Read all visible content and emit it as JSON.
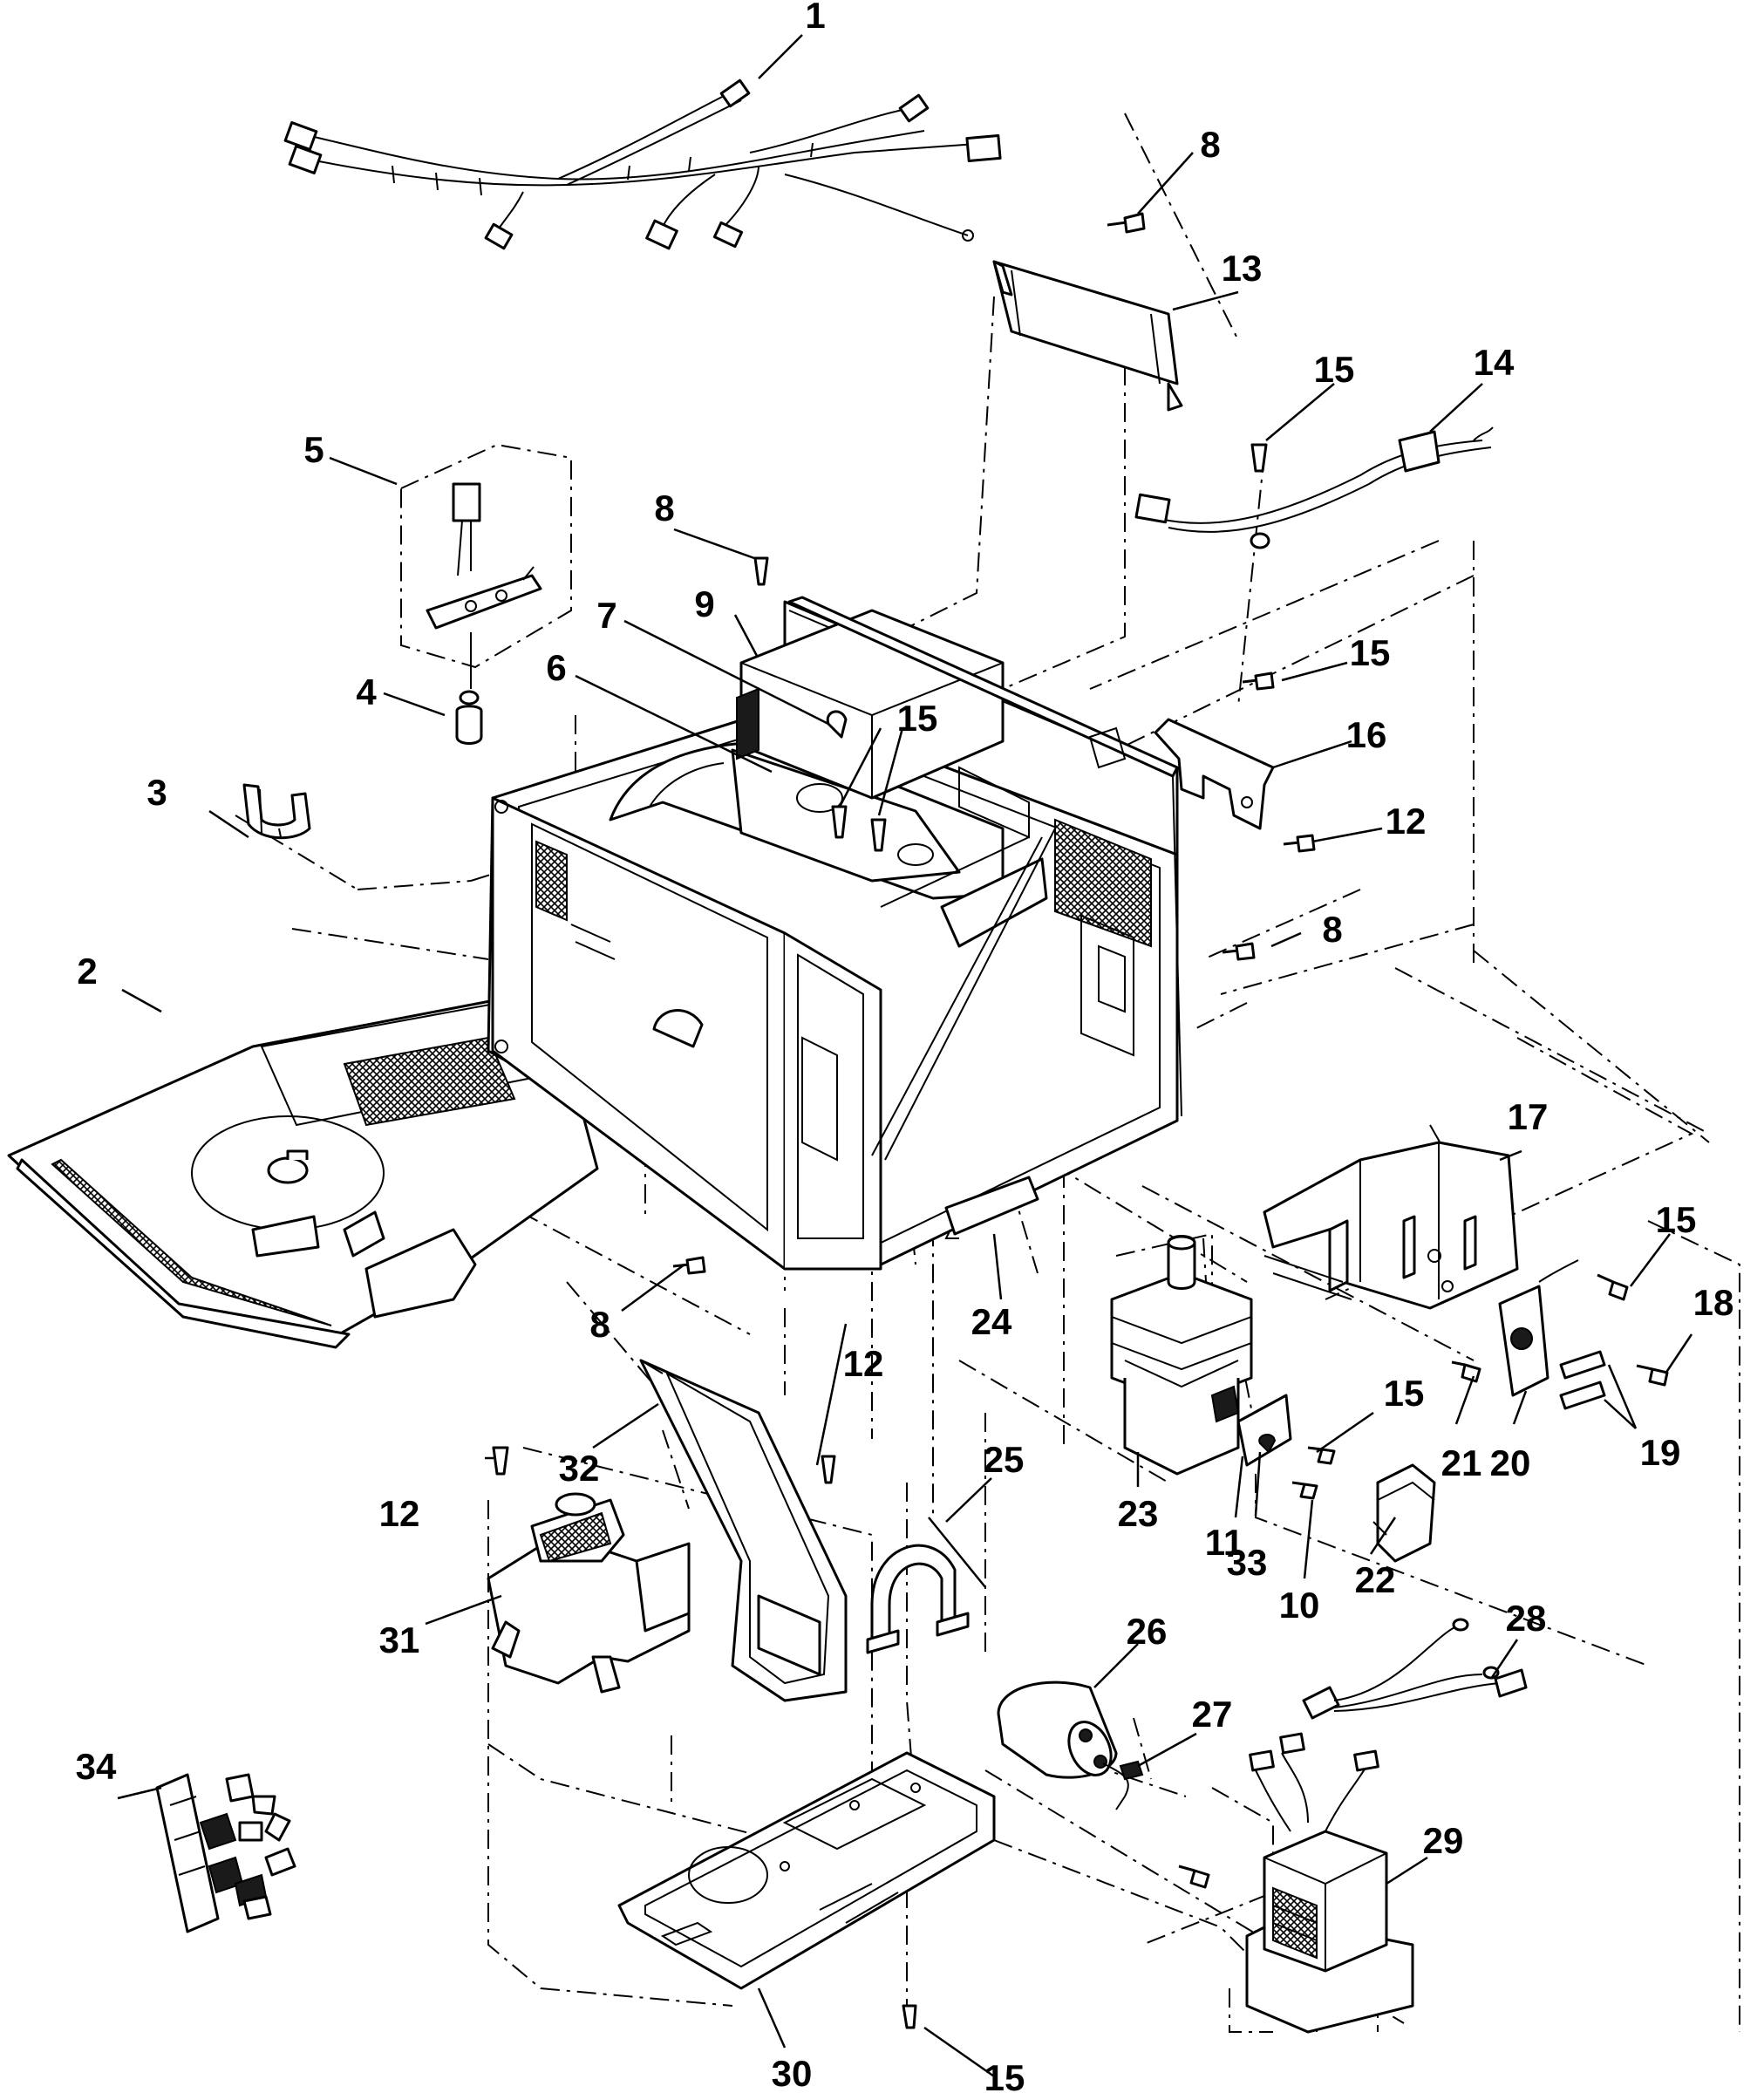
{
  "diagram": {
    "callouts": [
      {
        "id": "c1",
        "label": "1"
      },
      {
        "id": "c2",
        "label": "2"
      },
      {
        "id": "c3",
        "label": "3"
      },
      {
        "id": "c4",
        "label": "4"
      },
      {
        "id": "c5",
        "label": "5"
      },
      {
        "id": "c6",
        "label": "6"
      },
      {
        "id": "c7",
        "label": "7"
      },
      {
        "id": "c8a",
        "label": "8"
      },
      {
        "id": "c8b",
        "label": "8"
      },
      {
        "id": "c8c",
        "label": "8"
      },
      {
        "id": "c8d",
        "label": "8"
      },
      {
        "id": "c9",
        "label": "9"
      },
      {
        "id": "c10",
        "label": "10"
      },
      {
        "id": "c11",
        "label": "11"
      },
      {
        "id": "c12a",
        "label": "12"
      },
      {
        "id": "c12b",
        "label": "12"
      },
      {
        "id": "c12c",
        "label": "12"
      },
      {
        "id": "c13",
        "label": "13"
      },
      {
        "id": "c14",
        "label": "14"
      },
      {
        "id": "c15a",
        "label": "15"
      },
      {
        "id": "c15b",
        "label": "15"
      },
      {
        "id": "c15c",
        "label": "15"
      },
      {
        "id": "c15d",
        "label": "15"
      },
      {
        "id": "c15e",
        "label": "15"
      },
      {
        "id": "c15f",
        "label": "15"
      },
      {
        "id": "c16",
        "label": "16"
      },
      {
        "id": "c17",
        "label": "17"
      },
      {
        "id": "c18",
        "label": "18"
      },
      {
        "id": "c19",
        "label": "19"
      },
      {
        "id": "c20",
        "label": "20"
      },
      {
        "id": "c21",
        "label": "21"
      },
      {
        "id": "c22",
        "label": "22"
      },
      {
        "id": "c23",
        "label": "23"
      },
      {
        "id": "c24",
        "label": "24"
      },
      {
        "id": "c25",
        "label": "25"
      },
      {
        "id": "c26",
        "label": "26"
      },
      {
        "id": "c27",
        "label": "27"
      },
      {
        "id": "c28",
        "label": "28"
      },
      {
        "id": "c29",
        "label": "29"
      },
      {
        "id": "c30",
        "label": "30"
      },
      {
        "id": "c31",
        "label": "31"
      },
      {
        "id": "c32",
        "label": "32"
      },
      {
        "id": "c33",
        "label": "33"
      },
      {
        "id": "c34",
        "label": "34"
      }
    ]
  }
}
